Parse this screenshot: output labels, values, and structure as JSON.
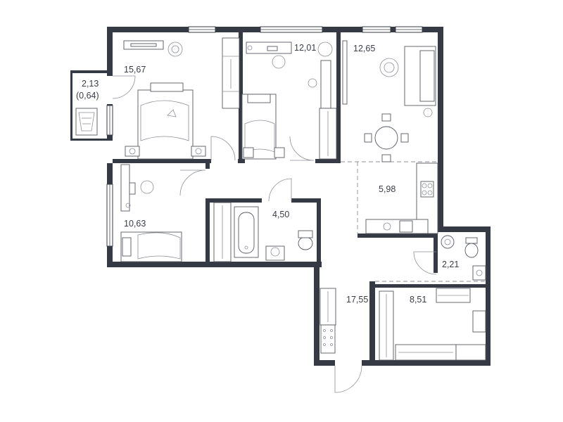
{
  "rooms": [
    {
      "id": "balcony",
      "area": "2,13",
      "area_secondary": "(0,64)"
    },
    {
      "id": "bedroom-1",
      "area": "15,67"
    },
    {
      "id": "bedroom-2",
      "area": "12,01"
    },
    {
      "id": "kitchen-living",
      "area": "12,65"
    },
    {
      "id": "kitchen",
      "area": "5,98"
    },
    {
      "id": "bedroom-3",
      "area": "10,63"
    },
    {
      "id": "bathroom",
      "area": "4,50"
    },
    {
      "id": "toilet",
      "area": "2,21"
    },
    {
      "id": "hallway",
      "area": "17,55"
    },
    {
      "id": "dressing-room",
      "area": "8,51"
    }
  ],
  "colors": {
    "wall": "#363a45",
    "line": "#6b6e76",
    "text": "#3a3d46",
    "background": "#ffffff"
  }
}
